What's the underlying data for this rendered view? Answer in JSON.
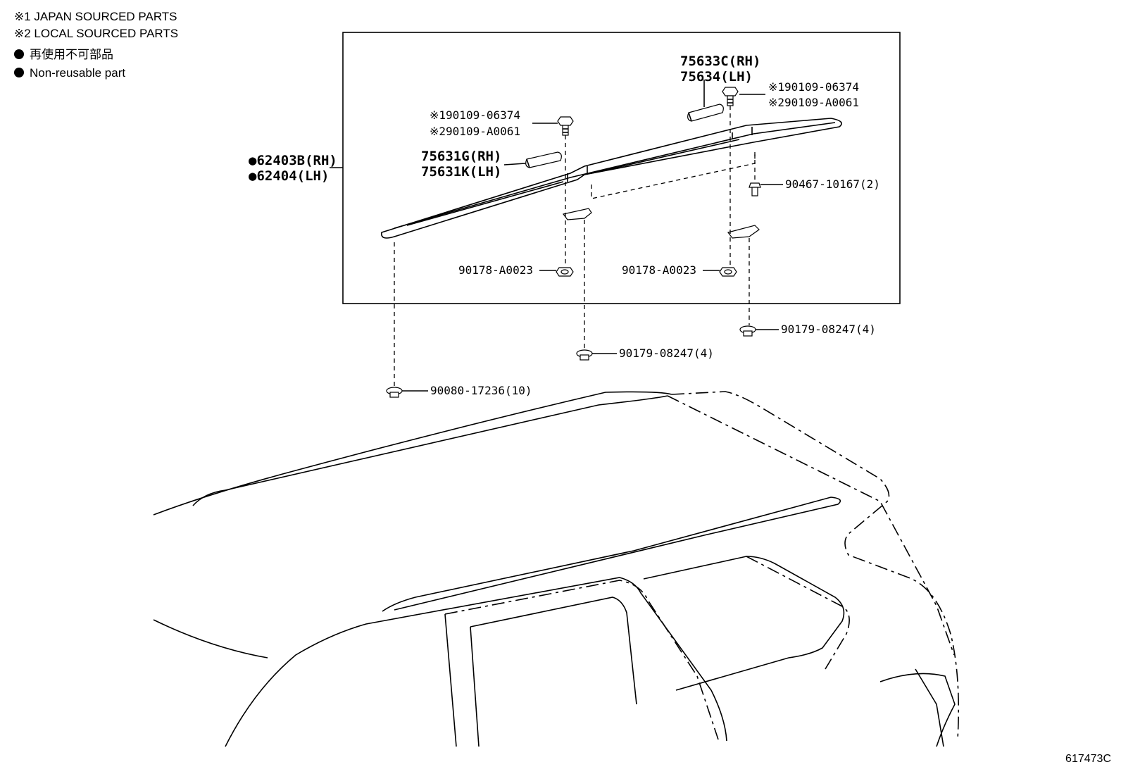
{
  "legend": {
    "note1": "※1 JAPAN SOURCED PARTS",
    "note2": "※2 LOCAL SOURCED PARTS",
    "non_reusable_jp": "再使用不可部品",
    "non_reusable_en": "Non-reusable part"
  },
  "callouts": {
    "rail_rh": "62403B(RH)",
    "rail_lh": "62404(LH)",
    "cover_a_rh": "75631G(RH)",
    "cover_a_lh": "75631K(LH)",
    "cover_b_rh": "75633C(RH)",
    "cover_b_lh": "75634(LH)",
    "bolt_left_jp": "※190109-06374",
    "bolt_left_local": "※290109-A0061",
    "bolt_right_jp": "※190109-06374",
    "bolt_right_local": "※290109-A0061",
    "clip": "90467-10167(2)",
    "nut_left": "90178-A0023",
    "nut_right": "90178-A0023",
    "grommet_left": "90179-08247(4)",
    "grommet_right": "90179-08247(4)",
    "grommet_front": "90080-17236(10)"
  },
  "figure_id": "617473C"
}
